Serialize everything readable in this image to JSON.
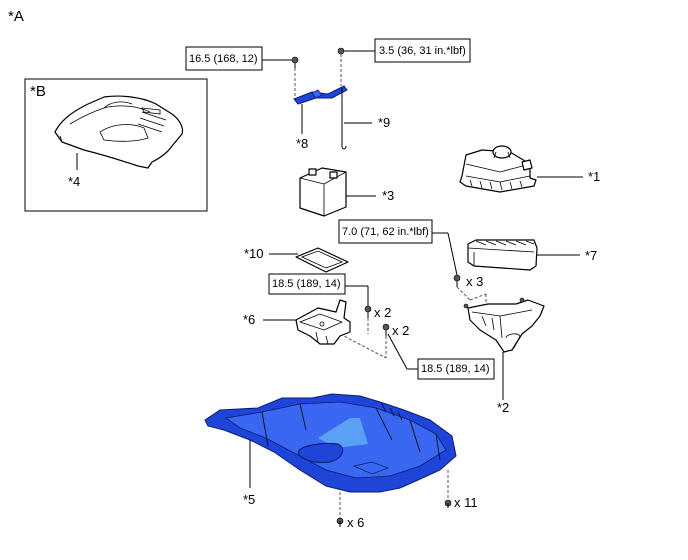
{
  "view_labels": {
    "a": "*A",
    "b": "*B"
  },
  "callouts": {
    "c1": "*1",
    "c2": "*2",
    "c3": "*3",
    "c4": "*4",
    "c5": "*5",
    "c6": "*6",
    "c7": "*7",
    "c8": "*8",
    "c9": "*9",
    "c10": "*10"
  },
  "torques": {
    "t_165": "16.5 (168, 12)",
    "t_35": "3.5 (36, 31 in.*lbf)",
    "t_70": "7.0 (71, 62 in.*lbf)",
    "t_185a": "18.5 (189, 14)",
    "t_185b": "18.5 (189, 14)"
  },
  "quantities": {
    "q3": "x 3",
    "q2a": "x 2",
    "q2b": "x 2",
    "q6": "x 6",
    "q11": "x 11"
  },
  "colors": {
    "highlight_part": "#1e45d8",
    "line": "#000000"
  }
}
